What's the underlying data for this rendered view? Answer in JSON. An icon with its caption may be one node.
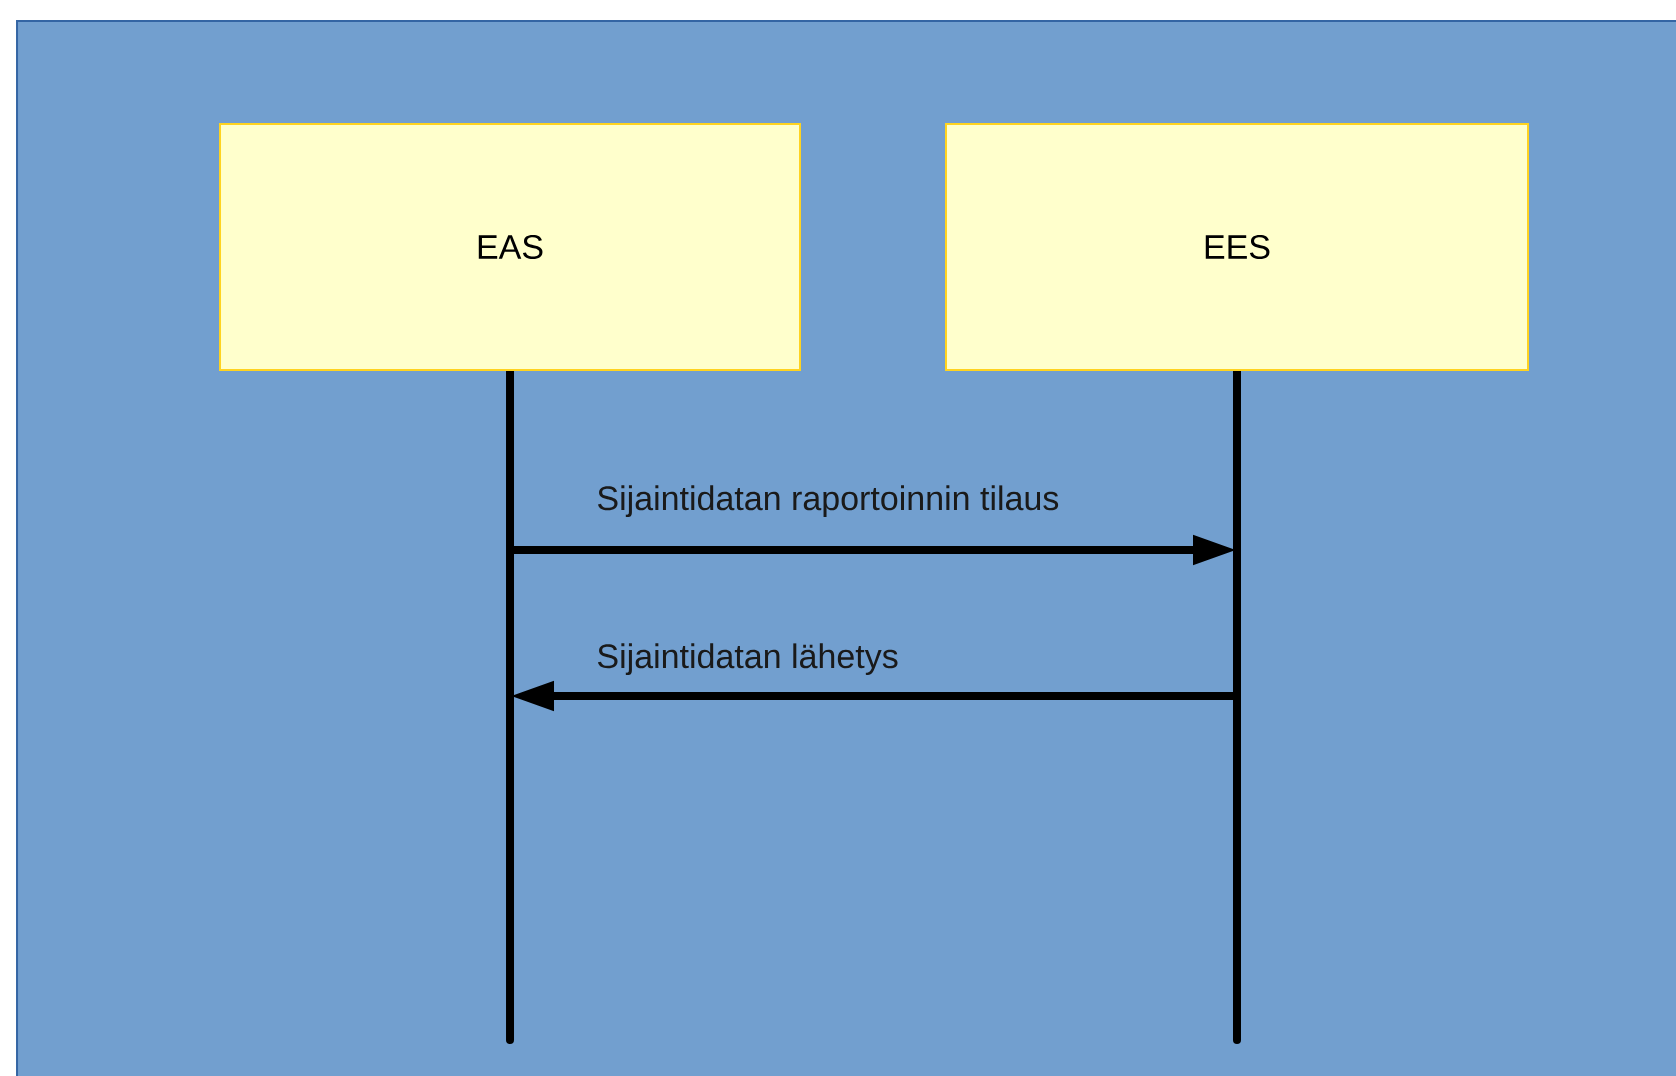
{
  "diagram": {
    "nodes": [
      {
        "text": [
          "EAS"
        ]
      },
      {
        "text": [
          "EES"
        ]
      }
    ],
    "edges": [
      {
        "from": 0,
        "to": 1,
        "arrow": "to",
        "label": "Sijaintidatan raportoinnin tilaus"
      },
      {
        "from": 1,
        "to": 0,
        "arrow": "to",
        "label": "Sijaintidatan lähetys"
      }
    ]
  }
}
